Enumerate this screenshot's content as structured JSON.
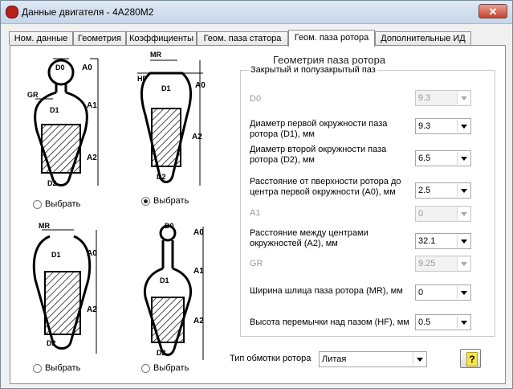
{
  "window": {
    "title": "Данные двигателя - 4А280М2",
    "close_glyph": "✕"
  },
  "tabs": [
    {
      "label": "Ном. данные"
    },
    {
      "label": "Геометрия"
    },
    {
      "label": "Коэффициенты"
    },
    {
      "label": "Геом. паза статора"
    },
    {
      "label": "Геом. паза ротора",
      "active": true
    },
    {
      "label": "Дополнительные ИД"
    }
  ],
  "diagrams": [
    {
      "labels": {
        "d0": "D0",
        "a0": "A0",
        "gr": "GR",
        "d1": "D1",
        "a1": "A1",
        "a2": "A2",
        "d2": "D2"
      },
      "select_label": "Выбрать",
      "selected": false
    },
    {
      "labels": {
        "mr": "MR",
        "hf": "HF",
        "a0": "A0",
        "d1": "D1",
        "a2": "A2",
        "d2": "D2"
      },
      "select_label": "Выбрать",
      "selected": true
    },
    {
      "labels": {
        "mr": "MR",
        "a0": "A0",
        "d1": "D1",
        "a2": "A2",
        "d2": "D2"
      },
      "select_label": "Выбрать",
      "selected": false
    },
    {
      "labels": {
        "d0": "D0",
        "a0": "A0",
        "d1": "D1",
        "a1": "A1",
        "a2": "A2",
        "d2": "D2"
      },
      "select_label": "Выбрать",
      "selected": false
    }
  ],
  "form": {
    "heading": "Геометрия паза ротора",
    "group_label": "Закрытый и полузакрытый паз",
    "fields": [
      {
        "label": "D0",
        "value": "9.3",
        "disabled": true
      },
      {
        "label": "Диаметр первой окружности паза ротора (D1), мм",
        "value": "9.3",
        "disabled": false
      },
      {
        "label": "Диаметр второй окружности паза ротора (D2), мм",
        "value": "6.5",
        "disabled": false
      },
      {
        "label": "Расстояние от пверхности ротора до центра первой окружности (A0), мм",
        "value": "2.5",
        "disabled": false
      },
      {
        "label": "A1",
        "value": "0",
        "disabled": true
      },
      {
        "label": "Расстояние между центрами окружностей (A2), мм",
        "value": "32.1",
        "disabled": false
      },
      {
        "label": "GR",
        "value": "9.25",
        "disabled": true
      },
      {
        "label": "Ширина шлица паза ротора (MR), мм",
        "value": "0",
        "disabled": false
      },
      {
        "label": "Высота перемычки над пазом (HF), мм",
        "value": "0.5",
        "disabled": false
      }
    ]
  },
  "winding": {
    "label": "Тип обмотки ротора",
    "value": "Литая"
  },
  "help": {
    "glyph": "?"
  }
}
